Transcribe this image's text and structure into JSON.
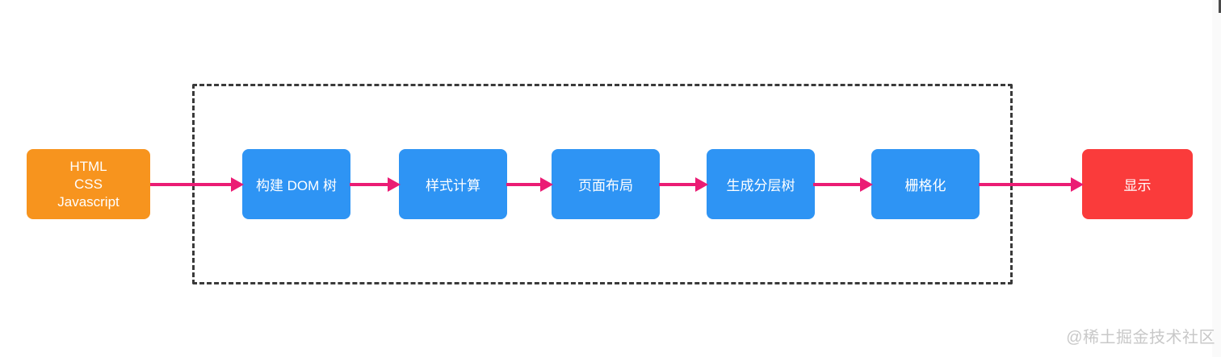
{
  "diagram": {
    "source_box": {
      "lines": [
        "HTML",
        "CSS",
        "Javascript"
      ]
    },
    "renderer_stages": [
      {
        "label": "构建 DOM 树"
      },
      {
        "label": "样式计算"
      },
      {
        "label": "页面布局"
      },
      {
        "label": "生成分层树"
      },
      {
        "label": "栅格化"
      }
    ],
    "output_box": {
      "label": "显示"
    },
    "watermark": "@稀土掘金技术社区",
    "colors": {
      "source-bg": "#f7941e",
      "stage-bg": "#2e94f4",
      "output-bg": "#fa3b3b",
      "arrow": "#eb1c74",
      "dashed-border": "#3a3a3a",
      "watermark": "#c8c8c8"
    }
  }
}
